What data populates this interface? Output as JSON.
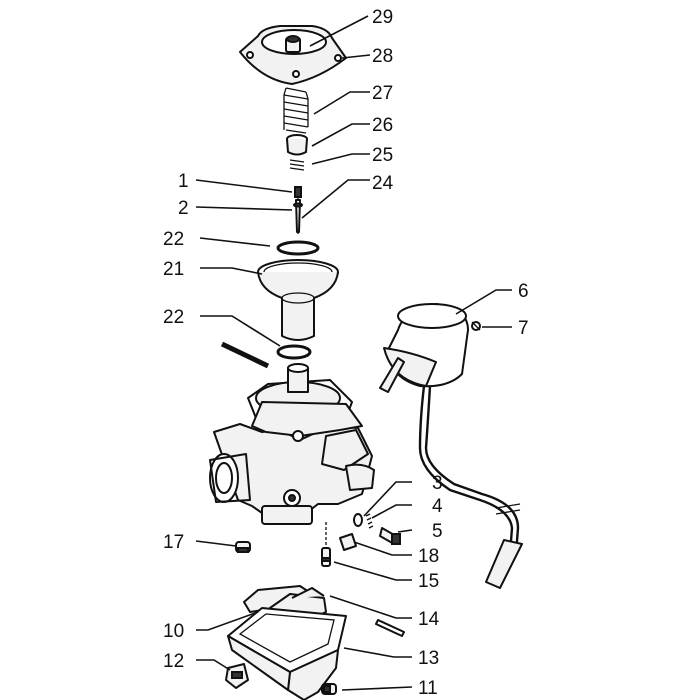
{
  "callouts": [
    {
      "id": "29",
      "text": "29"
    },
    {
      "id": "28",
      "text": "28"
    },
    {
      "id": "27",
      "text": "27"
    },
    {
      "id": "26",
      "text": "26"
    },
    {
      "id": "25",
      "text": "25"
    },
    {
      "id": "24",
      "text": "24"
    },
    {
      "id": "1",
      "text": "1"
    },
    {
      "id": "2",
      "text": "2"
    },
    {
      "id": "22a",
      "text": "22"
    },
    {
      "id": "21",
      "text": "21"
    },
    {
      "id": "22b",
      "text": "22"
    },
    {
      "id": "6",
      "text": "6"
    },
    {
      "id": "7",
      "text": "7"
    },
    {
      "id": "3",
      "text": "3"
    },
    {
      "id": "4",
      "text": "4"
    },
    {
      "id": "5",
      "text": "5"
    },
    {
      "id": "18",
      "text": "18"
    },
    {
      "id": "15",
      "text": "15"
    },
    {
      "id": "17",
      "text": "17"
    },
    {
      "id": "14",
      "text": "14"
    },
    {
      "id": "10",
      "text": "10"
    },
    {
      "id": "13",
      "text": "13"
    },
    {
      "id": "12",
      "text": "12"
    },
    {
      "id": "11",
      "text": "11"
    }
  ]
}
